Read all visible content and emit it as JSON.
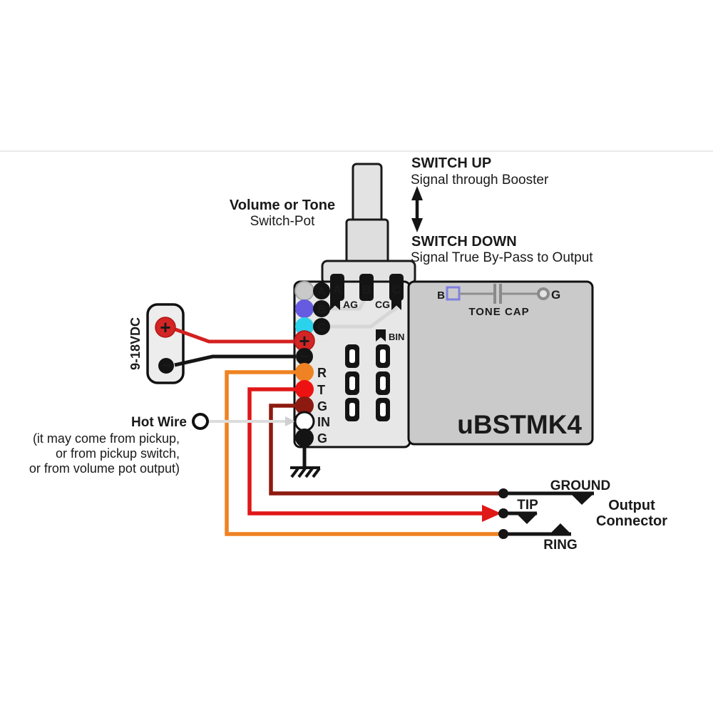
{
  "header": {
    "switch_up_title": "SWITCH UP",
    "switch_up_desc": "Signal through Booster",
    "switch_down_title": "SWITCH DOWN",
    "switch_down_desc": "Signal True By-Pass to Output"
  },
  "pot": {
    "title": "Volume or Tone",
    "subtitle": "Switch-Pot",
    "lugs": [
      "A",
      "B",
      "C"
    ],
    "flag_a": "AG",
    "flag_c": "CG"
  },
  "power": {
    "label": "9-18VDC"
  },
  "symbols": {
    "plus": "+",
    "minus": "−"
  },
  "module": {
    "name": "uBSTMK4",
    "pad_letters": [
      "A",
      "B",
      "C"
    ],
    "pin_labels": [
      "R",
      "T",
      "G",
      "IN",
      "G"
    ],
    "bin_label": "BIN",
    "tone_cap": {
      "left": "B",
      "right": "G",
      "caption": "TONE CAP"
    }
  },
  "hot_wire": {
    "label": "Hot Wire",
    "note_line1": "(it may come from pickup,",
    "note_line2": "or from pickup switch,",
    "note_line3": "or from volume pot output)"
  },
  "output": {
    "ground": "GROUND",
    "tip": "TIP",
    "ring": "RING",
    "title_line1": "Output",
    "title_line2": "Connector"
  },
  "colors": {
    "wire_red": "#d42020",
    "wire_bright_red": "#e01818",
    "wire_dark_red": "#8d1a10",
    "wire_orange": "#ef8222",
    "wire_black": "#151515",
    "wire_white": "#dcdcdc",
    "pad_gray": "#c9c9c9",
    "pad_blue": "#655ae0",
    "pad_cyan": "#2bd2ec",
    "pad_orange": "#ef8222",
    "pad_red": "#ee1111",
    "pad_dark_red": "#8d1a10",
    "pad_plus_red": "#d32525",
    "letter_blue": "#7a6cf5",
    "letter_cyan": "#35d6f0",
    "tone_cap_blue": "#8080e0"
  }
}
